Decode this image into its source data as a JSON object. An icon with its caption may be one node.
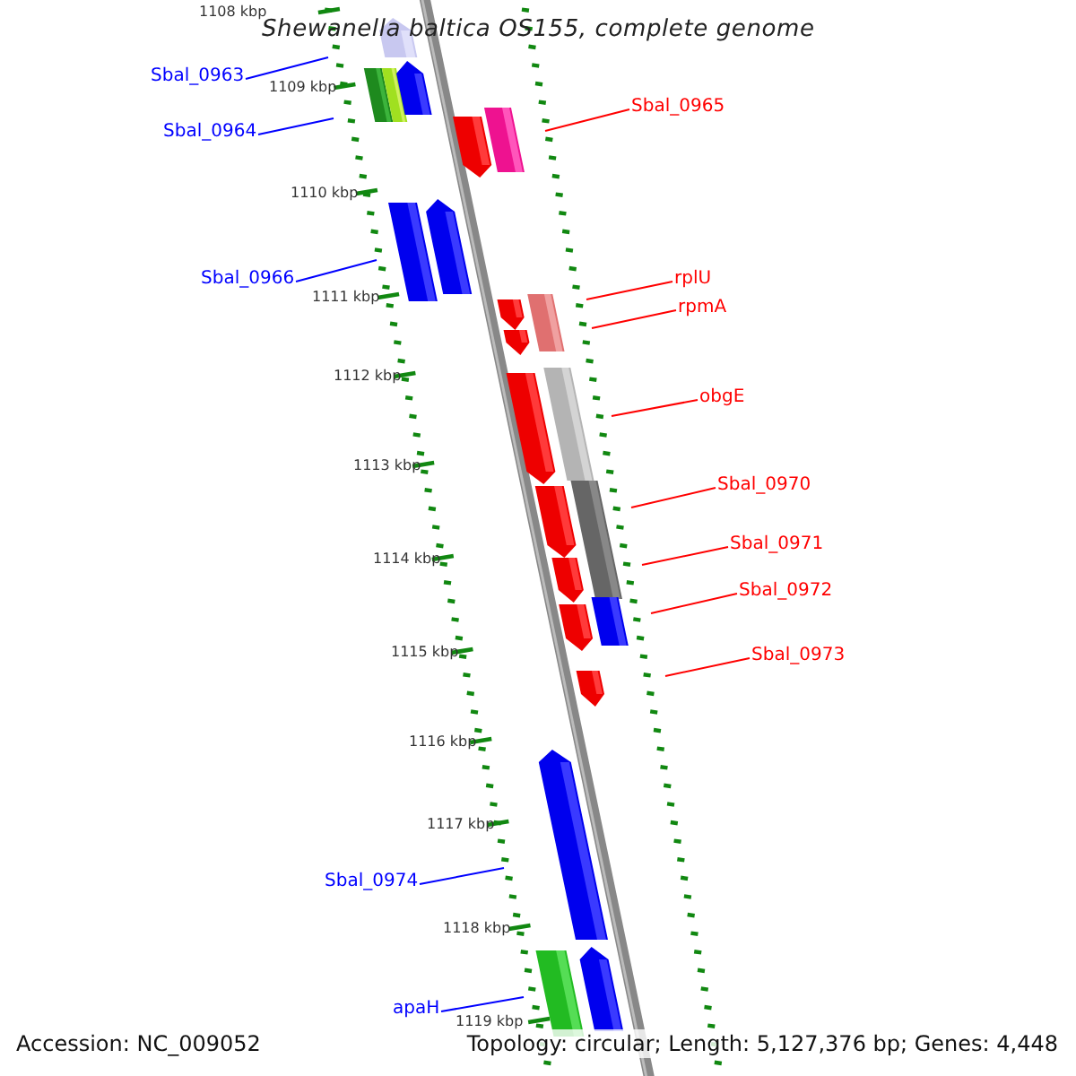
{
  "diagram": {
    "title": "Shewanella baltica OS155, complete genome",
    "nodes": [
      {
        "text": [
          "Sbal_0963"
        ]
      },
      {
        "text": [
          "Sbal_0964"
        ]
      },
      {
        "text": [
          "Sbal_0965"
        ]
      },
      {
        "text": [
          "Sbal_0966"
        ]
      },
      {
        "text": [
          "rplU"
        ]
      },
      {
        "text": [
          "rpmA"
        ]
      },
      {
        "text": [
          "obgE"
        ]
      },
      {
        "text": [
          "Sbal_0970"
        ]
      },
      {
        "text": [
          "Sbal_0971"
        ]
      },
      {
        "text": [
          "Sbal_0972"
        ]
      },
      {
        "text": [
          "Sbal_0973"
        ]
      },
      {
        "text": [
          "Sbal_0974"
        ]
      },
      {
        "text": [
          "apaH"
        ]
      }
    ],
    "edges": [
      {
        "from": 0,
        "to": null,
        "arrow": "none",
        "color": "#0000ff"
      },
      {
        "from": 1,
        "to": null,
        "arrow": "none",
        "color": "#0000ff"
      },
      {
        "from": 2,
        "to": null,
        "arrow": "none"
      },
      {
        "from": 3,
        "to": null,
        "arrow": "none",
        "color": "#0000ff"
      },
      {
        "from": 4,
        "to": null,
        "arrow": "none"
      },
      {
        "from": 5,
        "to": null,
        "arrow": "none"
      },
      {
        "from": 6,
        "to": null,
        "arrow": "none"
      },
      {
        "from": 7,
        "to": null,
        "arrow": "none"
      },
      {
        "from": 8,
        "to": null,
        "arrow": "none"
      },
      {
        "from": 9,
        "to": null,
        "arrow": "none"
      },
      {
        "from": 10,
        "to": null,
        "arrow": "none"
      },
      {
        "from": 11,
        "to": null,
        "arrow": "none",
        "color": "#0000ff"
      },
      {
        "from": 12,
        "to": null,
        "arrow": "none",
        "color": "#0000ff"
      }
    ],
    "labels": [
      "1108 kbp",
      "1109 kbp",
      "1110 kbp",
      "1111 kbp",
      "1112 kbp",
      "1113 kbp",
      "1114 kbp",
      "1115 kbp",
      "1116 kbp",
      "1117 kbp",
      "1118 kbp",
      "1119 kbp",
      "Accession: NC_009052",
      "Topology: circular; Length: 5,127,376 bp; Genes: 4,448"
    ]
  }
}
